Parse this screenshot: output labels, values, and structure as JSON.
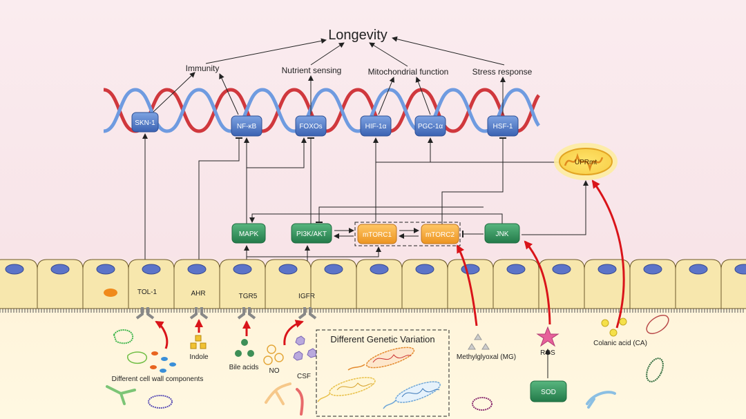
{
  "title": "Longevity",
  "outcomes": {
    "immunity": "Immunity",
    "nutrient": "Nutrient sensing",
    "mito": "Mitochondrial function",
    "stress": "Stress response"
  },
  "factors": {
    "skn1": "SKN-1",
    "nfkb": "NF-κB",
    "foxos": "FOXOs",
    "hif1a": "HIF-1α",
    "pgc1a": "PGC-1α",
    "hsf1": "HSF-1"
  },
  "kinases": {
    "mapk": "MAPK",
    "pi3k": "PI3K/AKT",
    "mtorc1": "mTORC1",
    "mtorc2": "mTORC2",
    "jnk": "JNK",
    "uprmt": "UPRmt"
  },
  "receptors": {
    "tol1": "TOL-1",
    "ahr": "AHR",
    "tgr5": "TGR5",
    "igfr": "IGFR"
  },
  "ligands": {
    "cellwall": "Different cell wall components",
    "indole": "Indole",
    "bile": "Bile acids",
    "no": "NO",
    "csf": "CSF",
    "genetic": "Different Genetic Variation",
    "mg": "Methylglyoxal (MG)",
    "ros": "ROS",
    "sod": "SOD",
    "ca": "Colanic acid (CA)"
  },
  "colors": {
    "factor_blue": "#4a74c4",
    "kinase_green": "#2f8f5a",
    "mtor_orange": "#f2a33a",
    "activation_red": "#d9141a",
    "dna_blue": "#6f9be0",
    "dna_red": "#d0383d",
    "cell_fill": "#f7e7ad"
  }
}
